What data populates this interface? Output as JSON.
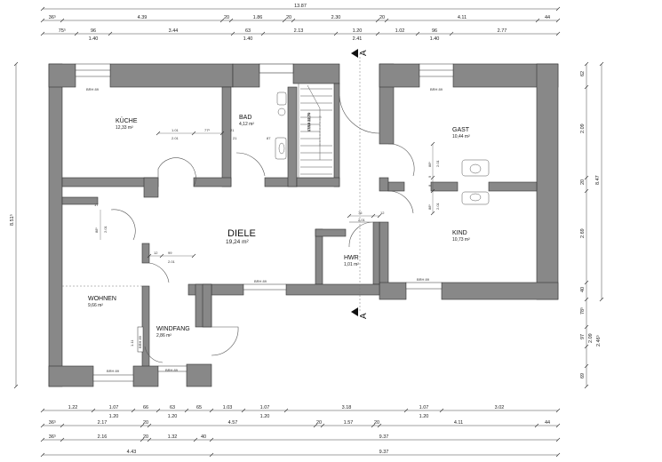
{
  "rooms": {
    "kueche": {
      "name": "KÜCHE",
      "area": "12,33 m²"
    },
    "bad": {
      "name": "BAD",
      "area": "4,12 m²"
    },
    "gast": {
      "name": "GAST",
      "area": "10,44 m²"
    },
    "diele": {
      "name": "DIELE",
      "area": "19,24 m²"
    },
    "kind": {
      "name": "KIND",
      "area": "10,73 m²"
    },
    "hwr": {
      "name": "HWR",
      "area": "1,01 m²"
    },
    "wohnen": {
      "name": "WOHNEN",
      "area": "9,66 m²"
    },
    "windfang": {
      "name": "WINDFANG",
      "area": "2,86 m²"
    }
  },
  "section_marker": "A",
  "window_labels": {
    "kueche": "BRH 89",
    "gast": "BRH 89",
    "diele_bottom": "BRH 89",
    "kind_bottom": "BRH 89",
    "wohnen_bottom": "BRH 89",
    "windfang_bottom": "BRH 89",
    "windfang_side": "BRH 89"
  },
  "stair_label": "17/18\n22,70",
  "dimensions": {
    "top_overall": "13.87",
    "top_row1": [
      "36⁵",
      "4.39",
      "20",
      "1.86",
      "20",
      "2.30",
      "20",
      "4.11",
      "44"
    ],
    "top_row2": [
      "75⁵",
      "96",
      "3.44",
      "63",
      "2.13",
      "1.20",
      "1.02",
      "96",
      "2.77"
    ],
    "top_row2_sub": [
      "1.40",
      "1.40",
      "2.41",
      "1.40"
    ],
    "bottom_row1": [
      "1.22",
      "1.07",
      "66",
      "63",
      "65",
      "1.03",
      "1.07",
      "3.18",
      "1.07",
      "3.02"
    ],
    "bottom_row1_sub": [
      "1.20",
      "1.20",
      "1.20",
      "1.20"
    ],
    "bottom_row2": [
      "36⁵",
      "2.17",
      "20",
      "4.57",
      "20",
      "1.57",
      "20",
      "4.11",
      "44"
    ],
    "bottom_row3": [
      "36⁵",
      "2.16",
      "20",
      "1.32",
      "40",
      "9.37"
    ],
    "bottom_row4": [
      "4.43",
      "9.37"
    ],
    "left_overall": "8.51⁵",
    "right_overall": "8.47",
    "right_col": [
      "62",
      "2.09",
      "20",
      "2.69",
      "40",
      "78⁵",
      "97",
      "2.09",
      "2.46⁵",
      "69"
    ],
    "interior": {
      "kueche_w": "1.01",
      "kueche_w2": "2.01",
      "kueche_s": "77⁵",
      "bad_s": "21",
      "diele_1": "12",
      "diele_2": "99",
      "diele_3": "2.01",
      "wohnen_v1": "88⁵",
      "wohnen_v2": "2.01",
      "wohnen_s": "17",
      "hwr_1": "76",
      "hwr_2": "12",
      "hwr_3": "2.01",
      "gast_v1": "88⁵",
      "gast_v2": "2.01",
      "gast_s": "9",
      "gast_s2": "8",
      "kind_v1": "88⁵",
      "kind_v2": "2.01",
      "wf_v": "1.11",
      "stair_a": "21",
      "stair_b": "87"
    }
  }
}
